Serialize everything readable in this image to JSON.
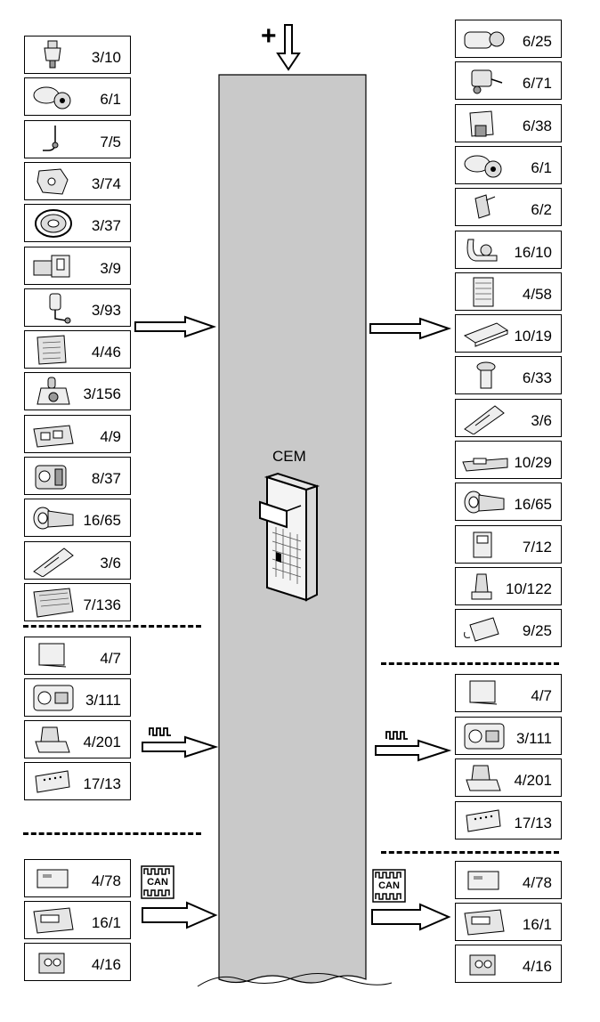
{
  "cem": {
    "label": "CEM"
  },
  "power_symbol": "+",
  "bus_label": "CAN",
  "left": {
    "inputs": [
      {
        "code": "3/10",
        "icon": "pressure-switch-icon"
      },
      {
        "code": "6/1",
        "icon": "wiper-motor-icon"
      },
      {
        "code": "7/5",
        "icon": "sensor-cable-icon"
      },
      {
        "code": "3/74",
        "icon": "lock-mechanism-icon"
      },
      {
        "code": "3/37",
        "icon": "steering-wheel-icon"
      },
      {
        "code": "3/9",
        "icon": "ignition-switch-icon"
      },
      {
        "code": "3/93",
        "icon": "brake-light-switch-icon"
      },
      {
        "code": "4/46",
        "icon": "control-module-icon"
      },
      {
        "code": "3/156",
        "icon": "gear-selector-icon"
      },
      {
        "code": "4/9",
        "icon": "switch-panel-icon"
      },
      {
        "code": "8/37",
        "icon": "lock-motor-icon"
      },
      {
        "code": "16/65",
        "icon": "steering-column-module-icon"
      },
      {
        "code": "3/6",
        "icon": "light-switch-icon"
      },
      {
        "code": "7/136",
        "icon": "rain-sensor-icon"
      }
    ],
    "signal": [
      {
        "code": "4/7",
        "icon": "module-box-icon"
      },
      {
        "code": "3/111",
        "icon": "climate-panel-icon"
      },
      {
        "code": "4/201",
        "icon": "seat-module-icon"
      },
      {
        "code": "17/13",
        "icon": "diagnostic-connector-icon"
      }
    ],
    "can": [
      {
        "code": "4/78",
        "icon": "slim-module-icon"
      },
      {
        "code": "16/1",
        "icon": "radio-unit-icon"
      },
      {
        "code": "4/16",
        "icon": "abs-unit-icon"
      }
    ]
  },
  "right": {
    "outputs": [
      {
        "code": "6/25",
        "icon": "pump-motor-icon"
      },
      {
        "code": "6/71",
        "icon": "actuator-icon"
      },
      {
        "code": "6/38",
        "icon": "washer-pump-icon"
      },
      {
        "code": "6/1",
        "icon": "wiper-motor-icon"
      },
      {
        "code": "6/2",
        "icon": "lock-actuator-icon"
      },
      {
        "code": "16/10",
        "icon": "horn-icon"
      },
      {
        "code": "4/58",
        "icon": "relay-icon"
      },
      {
        "code": "10/19",
        "icon": "lamp-unit-icon"
      },
      {
        "code": "6/33",
        "icon": "fuel-pump-icon"
      },
      {
        "code": "3/6",
        "icon": "light-switch-icon"
      },
      {
        "code": "10/29",
        "icon": "interior-lamp-icon"
      },
      {
        "code": "16/65",
        "icon": "steering-column-module-icon"
      },
      {
        "code": "7/12",
        "icon": "level-sensor-icon"
      },
      {
        "code": "10/122",
        "icon": "lamp-holder-icon"
      },
      {
        "code": "9/25",
        "icon": "heater-element-icon"
      }
    ],
    "signal": [
      {
        "code": "4/7",
        "icon": "module-box-icon"
      },
      {
        "code": "3/111",
        "icon": "climate-panel-icon"
      },
      {
        "code": "4/201",
        "icon": "seat-module-icon"
      },
      {
        "code": "17/13",
        "icon": "diagnostic-connector-icon"
      }
    ],
    "can": [
      {
        "code": "4/78",
        "icon": "slim-module-icon"
      },
      {
        "code": "16/1",
        "icon": "radio-unit-icon"
      },
      {
        "code": "4/16",
        "icon": "abs-unit-icon"
      }
    ]
  }
}
